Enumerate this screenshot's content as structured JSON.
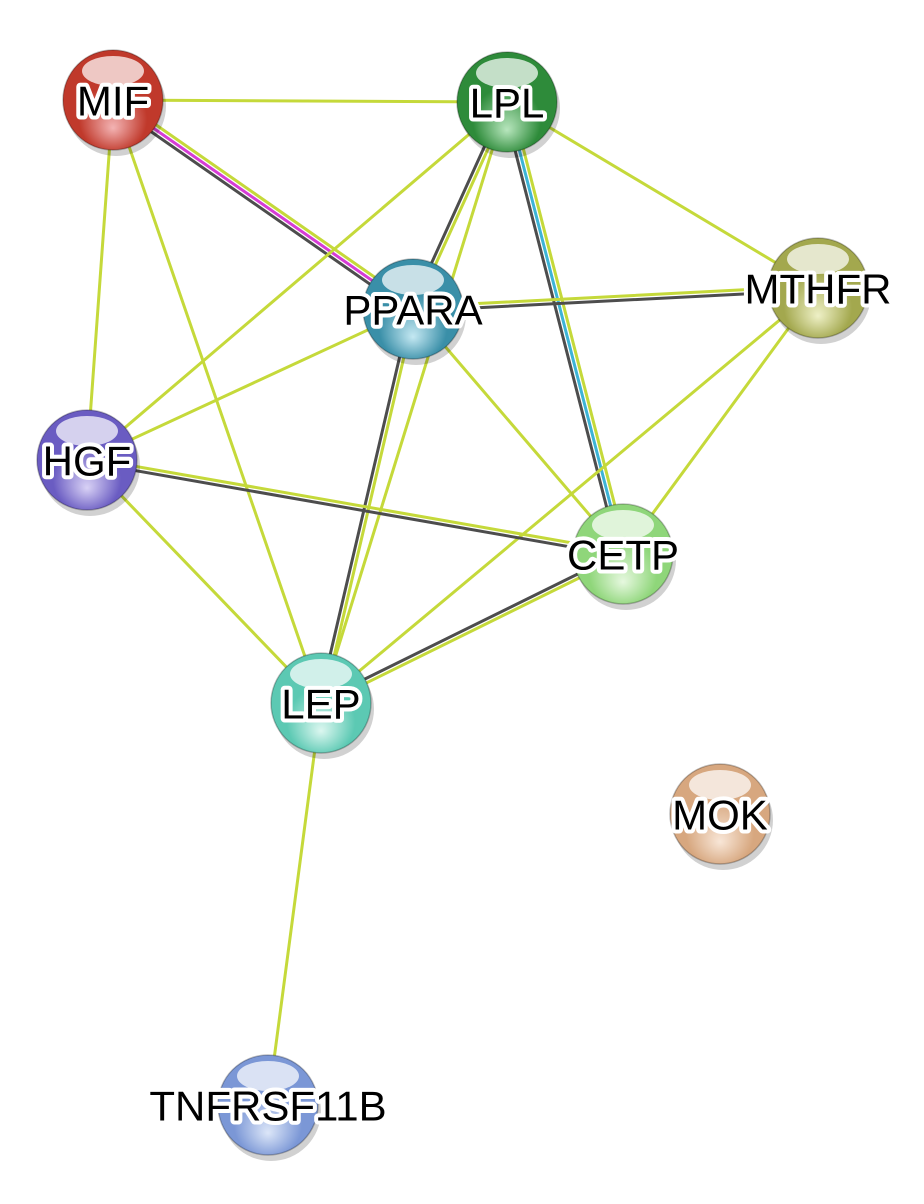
{
  "network": {
    "nodes": [
      {
        "id": "MIF",
        "label": "MIF",
        "color": "#c0392b",
        "highlight": "#f3b3b3"
      },
      {
        "id": "LPL",
        "label": "LPL",
        "color": "#2e8b3a",
        "highlight": "#b7e6bd"
      },
      {
        "id": "PPARA",
        "label": "PPARA",
        "color": "#3a8fa8",
        "highlight": "#c4e8f2"
      },
      {
        "id": "MTHFR",
        "label": "MTHFR",
        "color": "#a3a84e",
        "highlight": "#eef0c6"
      },
      {
        "id": "HGF",
        "label": "HGF",
        "color": "#6a5cc2",
        "highlight": "#d8d1f5"
      },
      {
        "id": "CETP",
        "label": "CETP",
        "color": "#8fd67a",
        "highlight": "#e6f8df"
      },
      {
        "id": "LEP",
        "label": "LEP",
        "color": "#5cc9b3",
        "highlight": "#dcf7f0"
      },
      {
        "id": "MOK",
        "label": "MOK",
        "color": "#d7a77f",
        "highlight": "#f8e6d7"
      },
      {
        "id": "TNFRSF11B",
        "label": "TNFRSF11B",
        "color": "#7b97d6",
        "highlight": "#dce6f8"
      }
    ],
    "edges": [
      {
        "source": "MIF",
        "target": "LPL",
        "evidence": [
          "textmining"
        ]
      },
      {
        "source": "MIF",
        "target": "PPARA",
        "evidence": [
          "textmining",
          "experiments",
          "coexpression"
        ]
      },
      {
        "source": "MIF",
        "target": "HGF",
        "evidence": [
          "textmining"
        ]
      },
      {
        "source": "MIF",
        "target": "LEP",
        "evidence": [
          "textmining"
        ]
      },
      {
        "source": "LPL",
        "target": "PPARA",
        "evidence": [
          "textmining",
          "coexpression"
        ]
      },
      {
        "source": "LPL",
        "target": "MTHFR",
        "evidence": [
          "textmining"
        ]
      },
      {
        "source": "LPL",
        "target": "HGF",
        "evidence": [
          "textmining"
        ]
      },
      {
        "source": "LPL",
        "target": "CETP",
        "evidence": [
          "textmining",
          "database",
          "coexpression"
        ]
      },
      {
        "source": "LPL",
        "target": "LEP",
        "evidence": [
          "textmining"
        ]
      },
      {
        "source": "PPARA",
        "target": "MTHFR",
        "evidence": [
          "textmining",
          "coexpression"
        ]
      },
      {
        "source": "PPARA",
        "target": "HGF",
        "evidence": [
          "textmining"
        ]
      },
      {
        "source": "PPARA",
        "target": "CETP",
        "evidence": [
          "textmining"
        ]
      },
      {
        "source": "PPARA",
        "target": "LEP",
        "evidence": [
          "textmining",
          "coexpression"
        ]
      },
      {
        "source": "MTHFR",
        "target": "CETP",
        "evidence": [
          "textmining"
        ]
      },
      {
        "source": "MTHFR",
        "target": "LEP",
        "evidence": [
          "textmining"
        ]
      },
      {
        "source": "HGF",
        "target": "CETP",
        "evidence": [
          "textmining",
          "coexpression"
        ]
      },
      {
        "source": "HGF",
        "target": "LEP",
        "evidence": [
          "textmining"
        ]
      },
      {
        "source": "CETP",
        "target": "LEP",
        "evidence": [
          "textmining",
          "coexpression"
        ]
      },
      {
        "source": "LEP",
        "target": "TNFRSF11B",
        "evidence": [
          "textmining"
        ]
      }
    ],
    "evidence_colors": {
      "textmining": "#c5d93a",
      "coexpression": "#4d4d4d",
      "experiments": "#d63cd6",
      "database": "#3db4d6"
    }
  }
}
